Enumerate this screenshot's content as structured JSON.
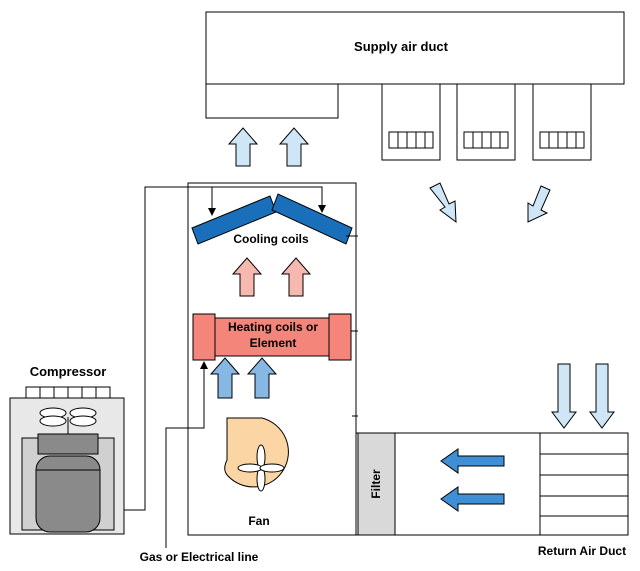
{
  "labels": {
    "supply_air_duct": "Supply air duct",
    "cooling_coils": "Cooling coils",
    "heating_line1": "Heating coils or",
    "heating_line2": "Element",
    "compressor": "Compressor",
    "fan": "Fan",
    "filter": "Filter",
    "gas_line": "Gas or Electrical line",
    "return_air_duct": "Return Air Duct"
  },
  "colors": {
    "cooling_coil": "#1a6fba",
    "heating_coil": "#f4857a",
    "cool_arrow": "#cfe6f7",
    "warm_arrow": "#f7b8b0",
    "mid_arrow": "#86b8e3",
    "return_arrow": "#3f8fd6",
    "fan_body": "#fbd6a4",
    "filter": "#d9d9d9",
    "compressor_case": "#e8e8e8",
    "compressor_body": "#8a8a8a"
  },
  "icons": [
    "fan-icon",
    "compressor-fan-icon",
    "air-flow-arrow-icon"
  ]
}
